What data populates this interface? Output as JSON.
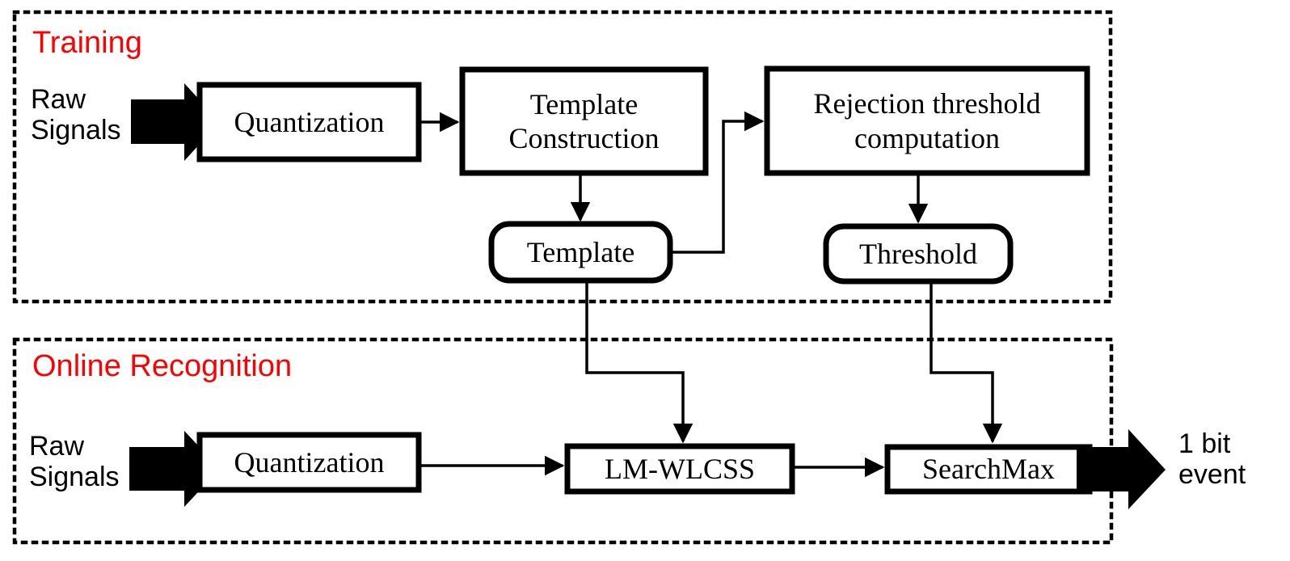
{
  "diagram": {
    "title_sections": [
      {
        "id": "training",
        "label": "Training",
        "color": "#fe0000"
      },
      {
        "id": "online",
        "label": "Online Recognition",
        "color": "#fe0000"
      }
    ],
    "io": {
      "training_input": "Raw\nSignals",
      "online_input": "Raw\nSignals",
      "online_output": "1 bit\nevent"
    },
    "nodes": {
      "quantization_training": "Quantization",
      "template_construction": "Template\nConstruction",
      "rejection_threshold": "Rejection threshold\ncomputation",
      "template": "Template",
      "threshold": "Threshold",
      "quantization_online": "Quantization",
      "lm_wlcss": "LM-WLCSS",
      "searchmax": "SearchMax"
    },
    "colors": {
      "stroke": "#000000",
      "fill": "#ffffff",
      "accent": "#fe0000"
    }
  }
}
